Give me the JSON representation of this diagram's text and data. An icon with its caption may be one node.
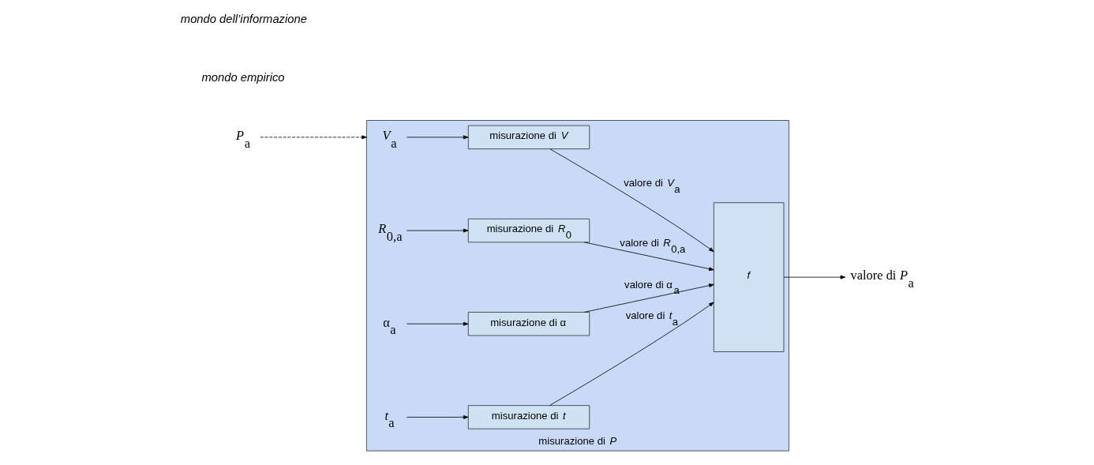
{
  "diagram": {
    "nodes": [
      {
        "text": [
          "misurazione di *P*"
        ]
      },
      {
        "text": [
          "*V*$_{a}$"
        ],
        "in": 0
      },
      {
        "text": [
          "*R*$_{0,a}$"
        ],
        "in": 0
      },
      {
        "text": [
          "α$_{a}$"
        ],
        "in": 0
      },
      {
        "text": [
          "*t*$_{a}$"
        ],
        "in": 0
      },
      {
        "text": [
          "misurazione di *V*"
        ],
        "in": 0
      },
      {
        "text": [
          "misurazione di *R*$_{0}$"
        ],
        "in": 0
      },
      {
        "text": [
          "misurazione di α"
        ],
        "in": 0
      },
      {
        "text": [
          "misurazione di *t*"
        ],
        "in": 0
      },
      {
        "text": [
          "*f*"
        ],
        "in": 0
      },
      {
        "text": [
          "*P*$_{a}$"
        ]
      },
      {
        "text": [
          "valore di *P*$_{a}$"
        ]
      }
    ],
    "edges": [
      {
        "from": 1,
        "to": 5,
        "arrow": "to"
      },
      {
        "from": 2,
        "to": 6,
        "arrow": "to"
      },
      {
        "from": 3,
        "to": 7,
        "arrow": "to"
      },
      {
        "from": 4,
        "to": 8,
        "arrow": "to"
      },
      {
        "from": 5,
        "to": 9,
        "arrow": "to",
        "label": "valore di *V*$_{a}$"
      },
      {
        "from": 6,
        "to": 9,
        "arrow": "to",
        "label": "valore di *R*$_{0,a}$"
      },
      {
        "from": 7,
        "to": 9,
        "arrow": "to",
        "label": "valore di α$_{a}$"
      },
      {
        "from": 8,
        "to": 9,
        "arrow": "to",
        "label": "valore di *t*$_{a}$"
      },
      {
        "from": 10,
        "to": 0,
        "arrow": "to",
        "style": "dashed"
      },
      {
        "from": 9,
        "to": 11,
        "arrow": "to"
      }
    ],
    "labels": [
      "mondo empirico",
      "mondo dell’informazione"
    ]
  }
}
